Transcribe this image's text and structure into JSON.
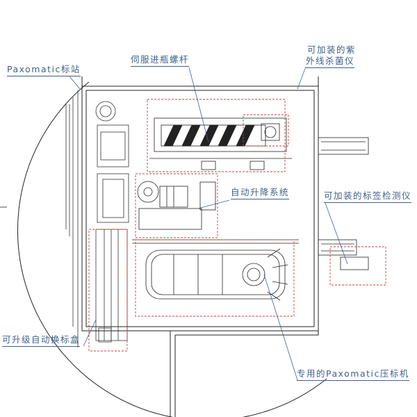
{
  "diagram": {
    "labels": {
      "label_station": "Paxomatic标站",
      "servo_screw": "伺服进瓶螺杆",
      "uv_line1": "可加装的紫",
      "uv_line2": "外线杀菌仪",
      "auto_lift": "自动升降系统",
      "label_inspector": "可加装的标签检测仪",
      "auto_label_box": "可升级自动换标盒",
      "press_machine": "专用的Paxomatic压标机"
    },
    "colors": {
      "label": "#3f6189",
      "line": "#222222",
      "highlight": "#d23a3a"
    }
  }
}
